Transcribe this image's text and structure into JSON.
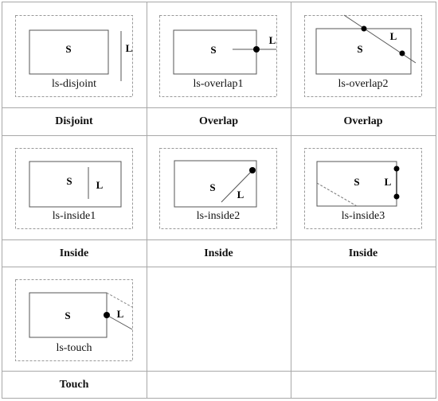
{
  "figures": [
    {
      "id": "disjoint",
      "caption": "ls-disjoint",
      "category": "Disjoint",
      "shape_label": "S",
      "line_label": "L"
    },
    {
      "id": "overlap1",
      "caption": "ls-overlap1",
      "category": "Overlap",
      "shape_label": "S",
      "line_label": "L"
    },
    {
      "id": "overlap2",
      "caption": "ls-overlap2",
      "category": "Overlap",
      "shape_label": "S",
      "line_label": "L"
    },
    {
      "id": "inside1",
      "caption": "ls-inside1",
      "category": "Inside",
      "shape_label": "S",
      "line_label": "L"
    },
    {
      "id": "inside2",
      "caption": "ls-inside2",
      "category": "Inside",
      "shape_label": "S",
      "line_label": "L"
    },
    {
      "id": "inside3",
      "caption": "ls-inside3",
      "category": "Inside",
      "shape_label": "S",
      "line_label": "L"
    },
    {
      "id": "touch",
      "caption": "ls-touch",
      "category": "Touch",
      "shape_label": "S",
      "line_label": "L"
    }
  ]
}
